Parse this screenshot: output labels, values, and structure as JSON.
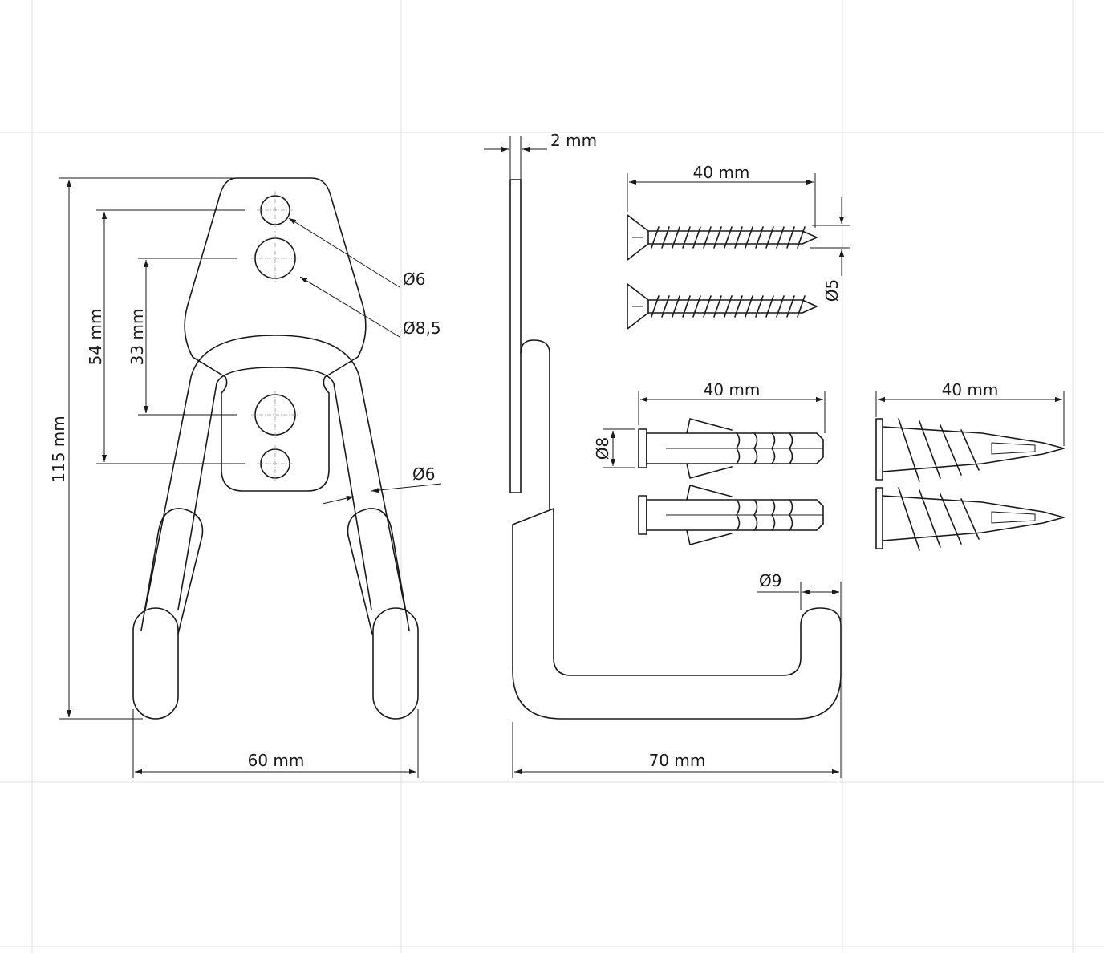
{
  "dimensions": {
    "height_total": "115 mm",
    "hole_spacing_outer": "54 mm",
    "hole_spacing_inner": "33 mm",
    "hole_small": "Ø6",
    "hole_large": "Ø8,5",
    "wire_diameter": "Ø6",
    "width_front": "60 mm",
    "plate_thickness": "2 mm",
    "depth_side": "70 mm",
    "hook_diameter": "Ø9",
    "screw_length": "40 mm",
    "screw_diameter": "Ø5",
    "plug_length": "40 mm",
    "plug_diameter": "Ø8",
    "anchor_length": "40 mm"
  },
  "colors": {
    "line": "#1a1a1a",
    "grid": "#e2e2e2",
    "centerline": "#9a9a9a"
  }
}
